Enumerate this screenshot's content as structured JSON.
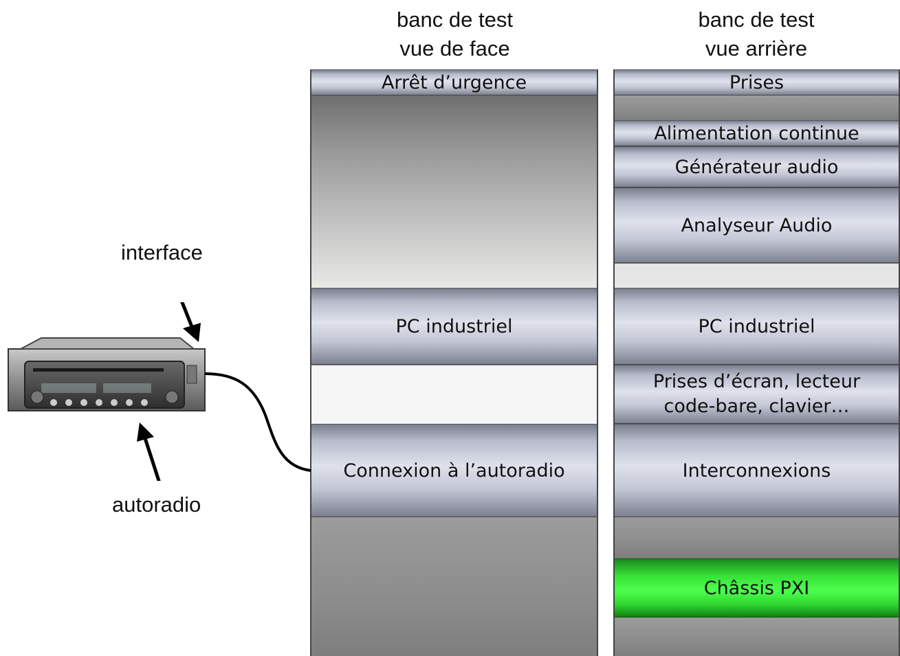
{
  "columns": {
    "front": {
      "title_line1": "banc de test",
      "title_line2": "vue de face"
    },
    "back": {
      "title_line1": "banc de test",
      "title_line2": "vue arrière"
    }
  },
  "front_panels": {
    "emergency_stop": "Arrêt d’urgence",
    "industrial_pc": "PC industriel",
    "radio_connection": "Connexion à l’autoradio"
  },
  "back_panels": {
    "sockets": "Prises",
    "dc_power": "Alimentation continue",
    "audio_generator": "Générateur audio",
    "audio_analyzer": "Analyseur Audio",
    "industrial_pc": "PC industriel",
    "screen_sockets_line1": "Prises d’écran, lecteur",
    "screen_sockets_line2": "code-bare, clavier…",
    "interconnections": "Interconnexions",
    "pxi_chassis": "Châssis PXI"
  },
  "labels": {
    "interface": "interface",
    "car_radio": "autoradio"
  },
  "colors": {
    "pxi_highlight": "#39e339",
    "metal_panel": "#c3c6d4"
  }
}
